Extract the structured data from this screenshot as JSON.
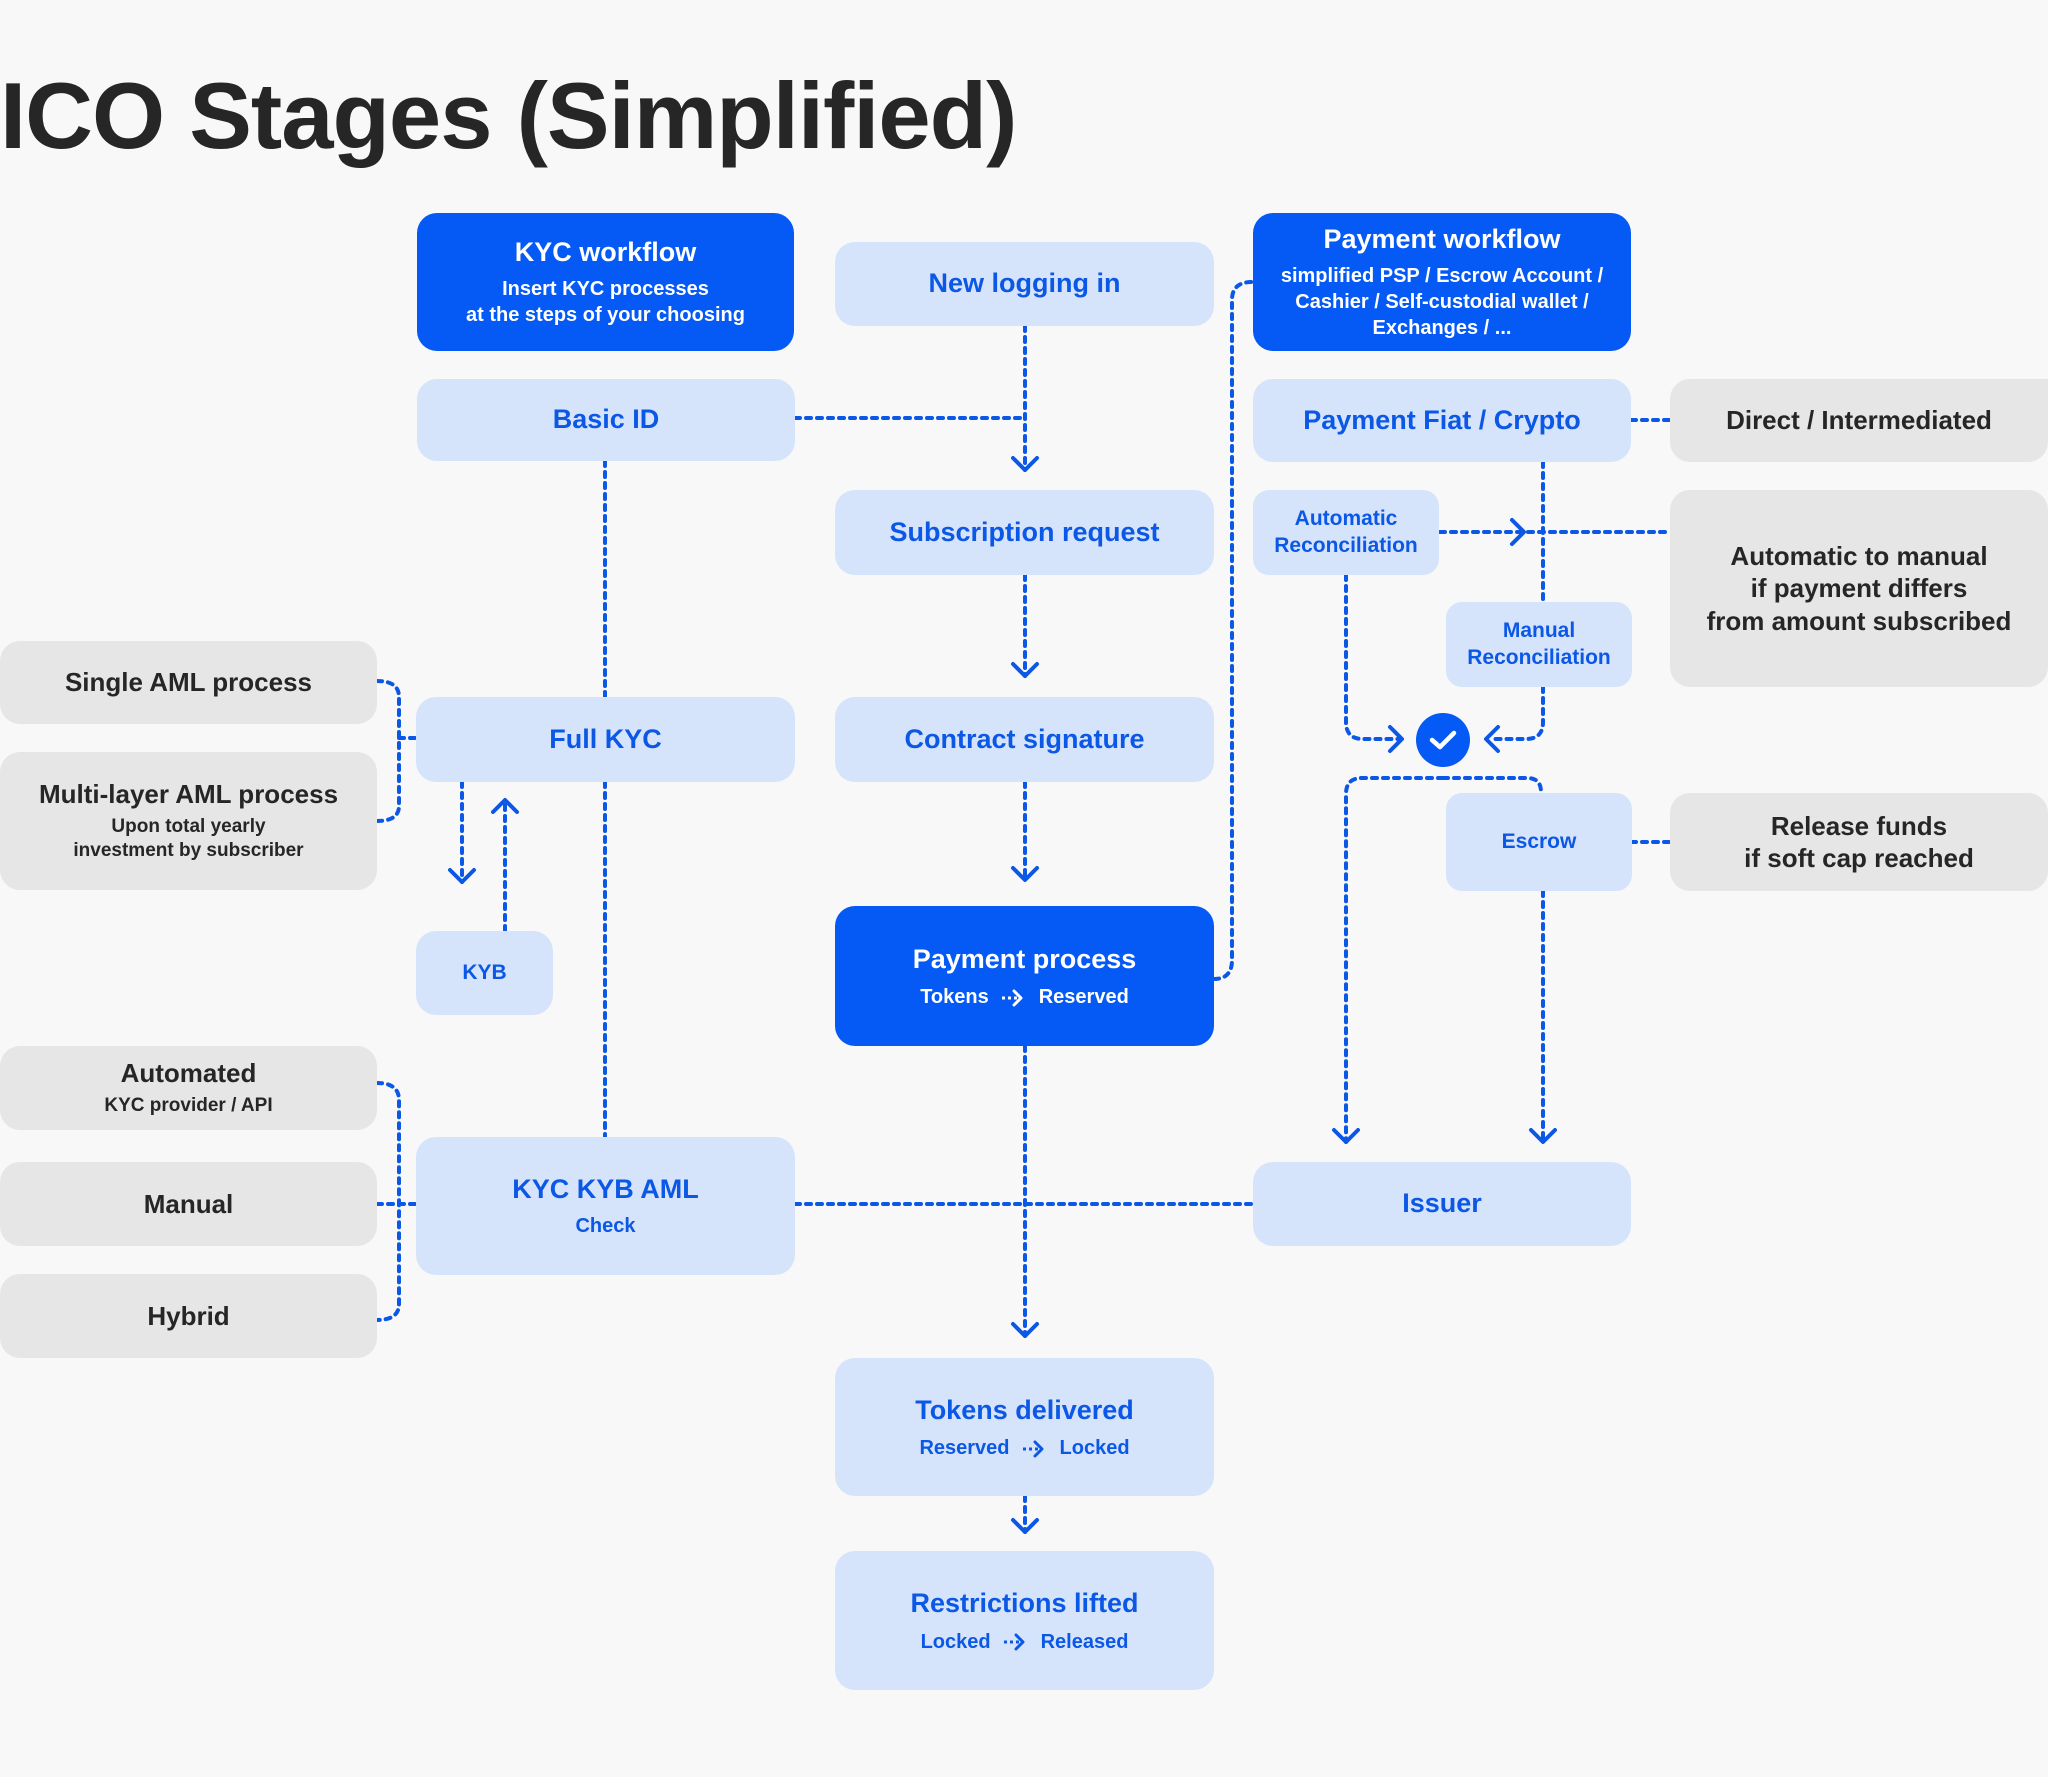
{
  "title": "ICO Stages (Simplified)",
  "colors": {
    "accent_blue": "#0559f5",
    "light_blue": "#d6e4fb",
    "text_blue": "#0b57e6",
    "gray_box": "#e6e6e6",
    "dark_text": "#262626",
    "background": "#f8f8f8"
  },
  "kyc_workflow": {
    "title": "KYC workflow",
    "subtitle": "Insert KYC processes\nat the steps of your choosing"
  },
  "payment_workflow": {
    "title": "Payment workflow",
    "subtitle": "simplified PSP / Escrow Account /\nCashier / Self-custodial wallet /\nExchanges / ..."
  },
  "nodes": {
    "basic_id": "Basic ID",
    "full_kyc": "Full KYC",
    "kyb": "KYB",
    "kyc_check": {
      "title": "KYC KYB AML",
      "subtitle": "Check"
    },
    "new_logging": "New logging in",
    "subscription_request": "Subscription request",
    "contract_signature": "Contract signature",
    "payment_process": {
      "title": "Payment process",
      "from": "Tokens",
      "to": "Reserved"
    },
    "tokens_delivered": {
      "title": "Tokens delivered",
      "from": "Reserved",
      "to": "Locked"
    },
    "restrictions_lifted": {
      "title": "Restrictions lifted",
      "from": "Locked",
      "to": "Released"
    },
    "payment_fiat_crypto": "Payment Fiat / Crypto",
    "automatic_reconciliation": "Automatic\nReconciliation",
    "manual_reconciliation": "Manual\nReconciliation",
    "escrow": "Escrow",
    "issuer": "Issuer"
  },
  "side_notes": {
    "single_aml": "Single AML process",
    "multi_layer_aml": {
      "title": "Multi-layer AML process",
      "subtitle": "Upon total yearly\ninvestment by subscriber"
    },
    "automated": {
      "title": "Automated",
      "subtitle": "KYC provider / API"
    },
    "manual": "Manual",
    "hybrid": "Hybrid",
    "direct_intermediated": "Direct / Intermediated",
    "automatic_to_manual": "Automatic to manual\nif payment differs\nfrom amount subscribed",
    "release_funds": "Release funds\nif soft cap reached"
  },
  "icons": {
    "check": "check-icon",
    "arrow": "dotted-arrow-right-icon"
  }
}
